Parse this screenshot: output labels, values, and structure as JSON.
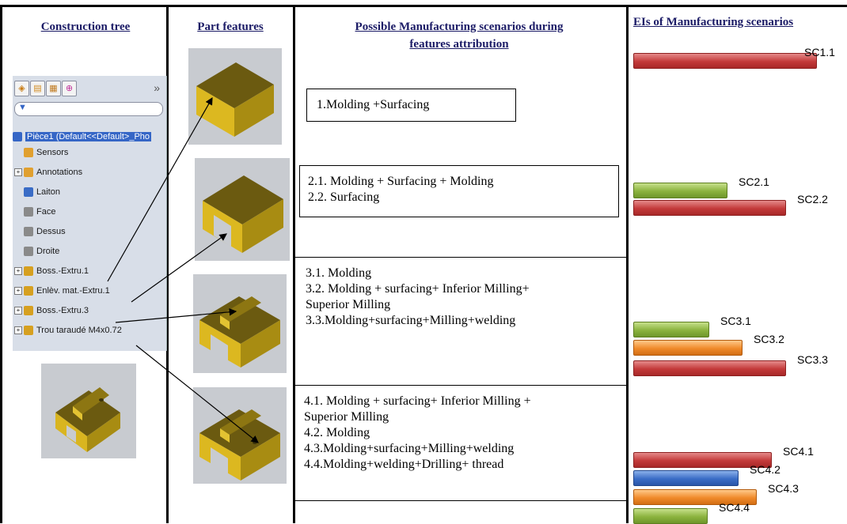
{
  "headers": {
    "construction_tree": "Construction tree",
    "part_features": "Part features",
    "scenarios_line1": "Possible Manufacturing scenarios during",
    "scenarios_line2": "features attribution",
    "eis": "EIs of Manufacturing scenarios"
  },
  "tree": {
    "root": "Pièce1  (Default<<Default>_Pho",
    "items": [
      "Sensors",
      "Annotations",
      "Laiton",
      "Face",
      "Dessus",
      "Droite",
      "Boss.-Extru.1",
      "Enlèv. mat.-Extru.1",
      "Boss.-Extru.3",
      "Trou taraudé M4x0.72"
    ],
    "icons": [
      "sensor-icon",
      "annotation-icon",
      "material-icon",
      "plane-icon",
      "plane-icon",
      "plane-icon",
      "extrude-icon",
      "cut-extrude-icon",
      "extrude-icon",
      "hole-icon"
    ],
    "chevron": "»"
  },
  "scenarios": {
    "s1": [
      "1.Molding +Surfacing"
    ],
    "s2": [
      "2.1. Molding + Surfacing + Molding",
      "2.2. Surfacing"
    ],
    "s3": [
      "3.1. Molding",
      "3.2.  Molding  +  surfacing+  Inferior    Milling+",
      "Superior Milling",
      "3.3.Molding+surfacing+Milling+welding"
    ],
    "s4": [
      "4.1.  Molding  +  surfacing+  Inferior    Milling  +",
      "Superior Milling",
      "4.2. Molding",
      "4.3.Molding+surfacing+Milling+welding",
      "4.4.Molding+welding+Drilling+ thread"
    ]
  },
  "chart_data": {
    "type": "bar",
    "orientation": "horizontal",
    "title": "EIs of Manufacturing scenarios",
    "groups": [
      {
        "bars": [
          {
            "label": "SC1.1",
            "value": 1.0,
            "color": "#c33a3a"
          }
        ]
      },
      {
        "bars": [
          {
            "label": "SC2.1",
            "value": 0.51,
            "color": "#8bb33e"
          },
          {
            "label": "SC2.2",
            "value": 0.83,
            "color": "#c33a3a"
          }
        ]
      },
      {
        "bars": [
          {
            "label": "SC3.1",
            "value": 0.41,
            "color": "#8bb33e"
          },
          {
            "label": "SC3.2",
            "value": 0.59,
            "color": "#f08a2a"
          },
          {
            "label": "SC3.3",
            "value": 0.83,
            "color": "#c33a3a"
          }
        ]
      },
      {
        "bars": [
          {
            "label": "SC4.1",
            "value": 0.75,
            "color": "#c33a3a"
          },
          {
            "label": "SC4.2",
            "value": 0.57,
            "color": "#3a6cc6"
          },
          {
            "label": "SC4.3",
            "value": 0.67,
            "color": "#f08a2a"
          },
          {
            "label": "SC4.4",
            "value": 0.4,
            "color": "#8bb33e"
          }
        ]
      }
    ],
    "xlim": [
      0,
      1
    ]
  }
}
